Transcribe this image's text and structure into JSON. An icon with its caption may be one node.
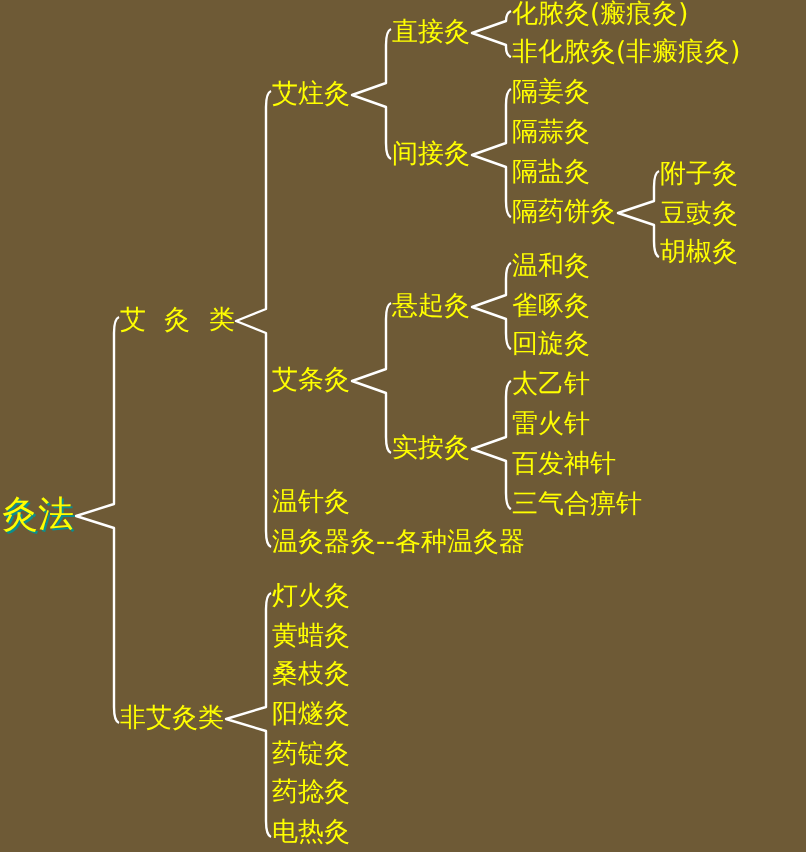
{
  "diagram": {
    "nodes": [
      {
        "text": [
          "灸法"
        ]
      },
      {
        "text": [
          "艾 灸 类"
        ]
      },
      {
        "text": [
          "艾炷灸"
        ]
      },
      {
        "text": [
          "直接灸"
        ]
      },
      {
        "text": [
          "化脓灸(瘢痕灸)"
        ]
      },
      {
        "text": [
          "非化脓灸(非瘢痕灸)"
        ]
      },
      {
        "text": [
          "间接灸"
        ]
      },
      {
        "text": [
          "隔姜灸"
        ]
      },
      {
        "text": [
          "隔蒜灸"
        ]
      },
      {
        "text": [
          "隔盐灸"
        ]
      },
      {
        "text": [
          "隔药饼灸"
        ]
      },
      {
        "text": [
          "附子灸"
        ]
      },
      {
        "text": [
          "豆豉灸"
        ]
      },
      {
        "text": [
          "胡椒灸"
        ]
      },
      {
        "text": [
          "艾条灸"
        ]
      },
      {
        "text": [
          "悬起灸"
        ]
      },
      {
        "text": [
          "温和灸"
        ]
      },
      {
        "text": [
          "雀啄灸"
        ]
      },
      {
        "text": [
          "回旋灸"
        ]
      },
      {
        "text": [
          "实按灸"
        ]
      },
      {
        "text": [
          "太乙针"
        ]
      },
      {
        "text": [
          "雷火针"
        ]
      },
      {
        "text": [
          "百发神针"
        ]
      },
      {
        "text": [
          "三气合痹针"
        ]
      },
      {
        "text": [
          "温针灸"
        ]
      },
      {
        "text": [
          "温灸器灸--各种温灸器"
        ]
      },
      {
        "text": [
          "非艾灸类"
        ]
      },
      {
        "text": [
          "灯火灸"
        ]
      },
      {
        "text": [
          "黄蜡灸"
        ]
      },
      {
        "text": [
          "桑枝灸"
        ]
      },
      {
        "text": [
          "阳燧灸"
        ]
      },
      {
        "text": [
          "药锭灸"
        ]
      },
      {
        "text": [
          "药捻灸"
        ]
      },
      {
        "text": [
          "电热灸"
        ]
      }
    ],
    "edges": [
      {
        "from": 0,
        "to": 1,
        "arrow": "none"
      },
      {
        "from": 0,
        "to": 26,
        "arrow": "none"
      },
      {
        "from": 1,
        "to": 2,
        "arrow": "none"
      },
      {
        "from": 1,
        "to": 14,
        "arrow": "none"
      },
      {
        "from": 1,
        "to": 24,
        "arrow": "none"
      },
      {
        "from": 1,
        "to": 25,
        "arrow": "none"
      },
      {
        "from": 2,
        "to": 3,
        "arrow": "none"
      },
      {
        "from": 2,
        "to": 6,
        "arrow": "none"
      },
      {
        "from": 3,
        "to": 4,
        "arrow": "none"
      },
      {
        "from": 3,
        "to": 5,
        "arrow": "none"
      },
      {
        "from": 6,
        "to": 7,
        "arrow": "none"
      },
      {
        "from": 6,
        "to": 8,
        "arrow": "none"
      },
      {
        "from": 6,
        "to": 9,
        "arrow": "none"
      },
      {
        "from": 6,
        "to": 10,
        "arrow": "none"
      },
      {
        "from": 10,
        "to": 11,
        "arrow": "none"
      },
      {
        "from": 10,
        "to": 12,
        "arrow": "none"
      },
      {
        "from": 10,
        "to": 13,
        "arrow": "none"
      },
      {
        "from": 14,
        "to": 15,
        "arrow": "none"
      },
      {
        "from": 14,
        "to": 19,
        "arrow": "none"
      },
      {
        "from": 15,
        "to": 16,
        "arrow": "none"
      },
      {
        "from": 15,
        "to": 17,
        "arrow": "none"
      },
      {
        "from": 15,
        "to": 18,
        "arrow": "none"
      },
      {
        "from": 19,
        "to": 20,
        "arrow": "none"
      },
      {
        "from": 19,
        "to": 21,
        "arrow": "none"
      },
      {
        "from": 19,
        "to": 22,
        "arrow": "none"
      },
      {
        "from": 19,
        "to": 23,
        "arrow": "none"
      },
      {
        "from": 26,
        "to": 27,
        "arrow": "none"
      },
      {
        "from": 26,
        "to": 28,
        "arrow": "none"
      },
      {
        "from": 26,
        "to": 29,
        "arrow": "none"
      },
      {
        "from": 26,
        "to": 30,
        "arrow": "none"
      },
      {
        "from": 26,
        "to": 31,
        "arrow": "none"
      },
      {
        "from": 26,
        "to": 32,
        "arrow": "none"
      },
      {
        "from": 26,
        "to": 33,
        "arrow": "none"
      }
    ]
  }
}
